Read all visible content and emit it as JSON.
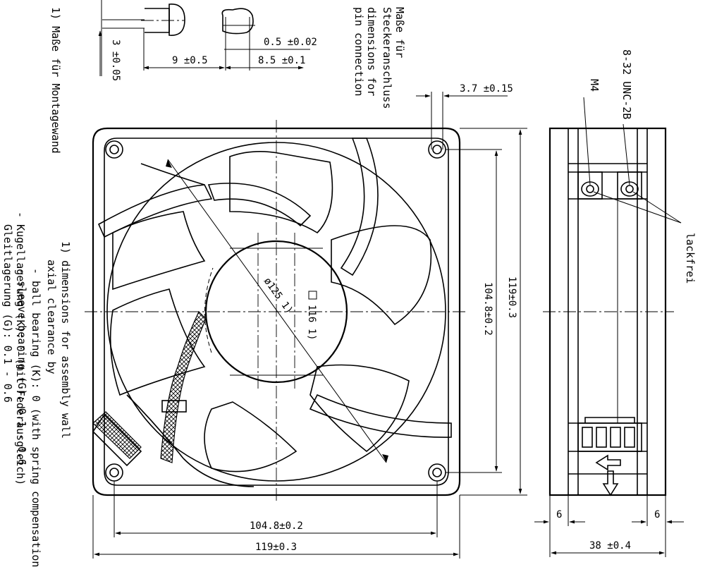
{
  "notes_de": {
    "l1": "1) Maße für Montagewand",
    "l2": "- Kugellagerung (K): 0 (mit Federausgleich)",
    "l3": "Gleitlagerung (G): 0.1 - 0.6"
  },
  "notes_en": {
    "l1": "1) dimensions for assembly wall",
    "l2": "axial clearance by",
    "l3": "- ball bearing (K): 0 (with spring compensation)",
    "l4": "- sleeve bearing (G): 0.1 - 0.6"
  },
  "connector_note": {
    "l1": "Maße für",
    "l2": "Steckeranschluss",
    "l3": "dimensions for",
    "l4": "pin connection"
  },
  "dims": {
    "pin_height": "3 ±0.05",
    "pin_len": "9 ±0.5",
    "pin_thk": "0.5 ±0.02",
    "pin_w": "8.5 ±0.1",
    "hole_dia": "3.7 ±0.15",
    "dia_125": "ø125 1)",
    "sq_116": "116 1)",
    "v_1048": "104.8±0.2",
    "v_119": "119±0.3",
    "h_1048": "104.8±0.2",
    "h_119": "119±0.3",
    "side_6a": "6",
    "side_6b": "6",
    "depth": "38 ±0.4",
    "thread_m4": "M4",
    "thread_unc": "8-32 UNC-2B",
    "lackfrei": "lackfrei"
  }
}
